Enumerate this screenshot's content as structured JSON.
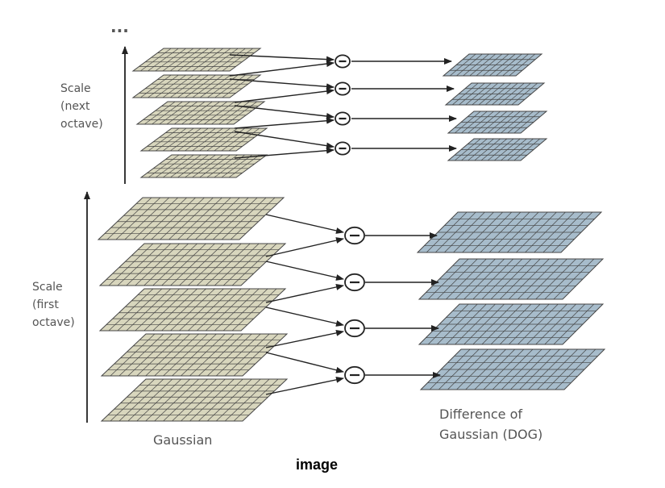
{
  "labels": {
    "dots": "...",
    "scale_next_1": "Scale",
    "scale_next_2": "(next",
    "scale_next_3": "octave)",
    "scale_first_1": "Scale",
    "scale_first_2": "(first",
    "scale_first_3": "octave)",
    "gaussian": "Gaussian",
    "dog_1": "Difference of",
    "dog_2": "Gaussian (DOG)",
    "caption": "image"
  },
  "colors": {
    "gaussian_fill": "#d8d6bd",
    "dog_fill": "#a7bccb",
    "grid_line": "#444444",
    "arrow": "#222222",
    "text": "#555555"
  },
  "octaves": [
    {
      "name": "next-octave",
      "gaussian_count": 5,
      "dog_count": 4
    },
    {
      "name": "first-octave",
      "gaussian_count": 5,
      "dog_count": 4
    }
  ]
}
